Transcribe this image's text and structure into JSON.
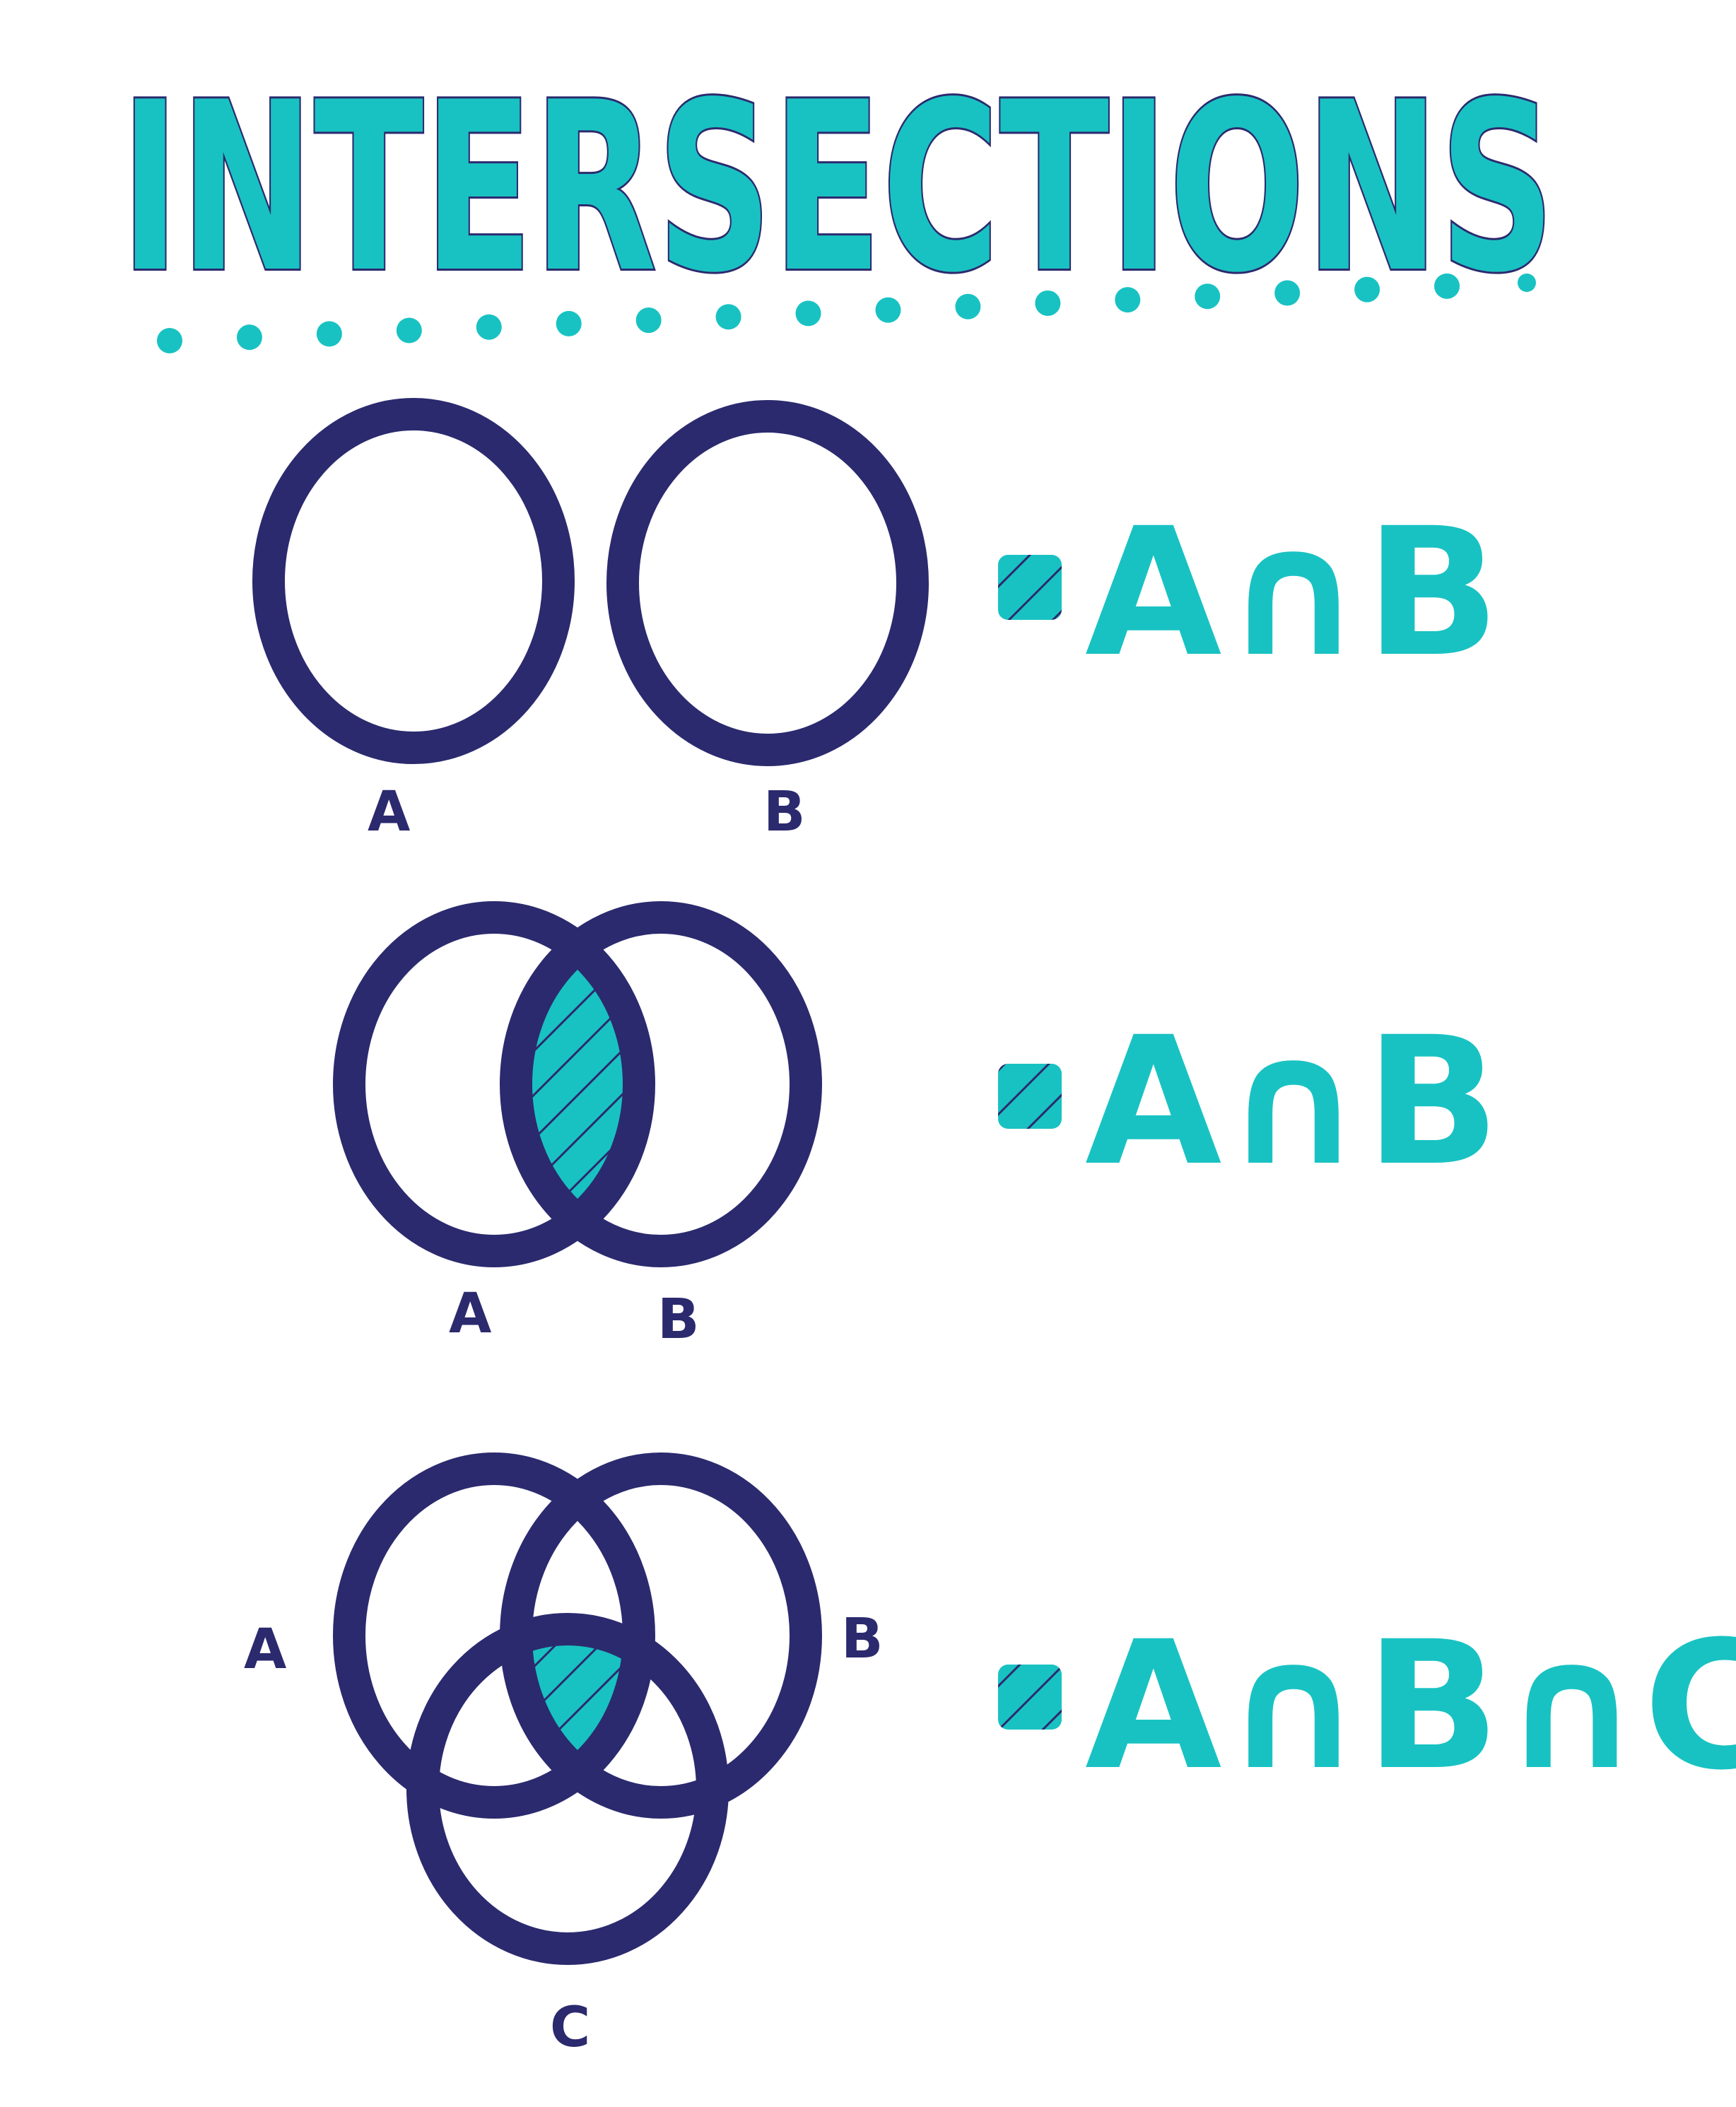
{
  "title": "INTERSECTIONS",
  "colors": {
    "accent": "#19c2c2",
    "outline": "#2b2a6e",
    "background": "#ffffff"
  },
  "diagrams": [
    {
      "sets": [
        "A",
        "B"
      ],
      "relation": "disjoint",
      "legend": "A∩B"
    },
    {
      "sets": [
        "A",
        "B"
      ],
      "relation": "overlapping",
      "legend": "A∩B"
    },
    {
      "sets": [
        "A",
        "B",
        "C"
      ],
      "relation": "triple-overlap",
      "legend": "A∩B∩C"
    }
  ]
}
